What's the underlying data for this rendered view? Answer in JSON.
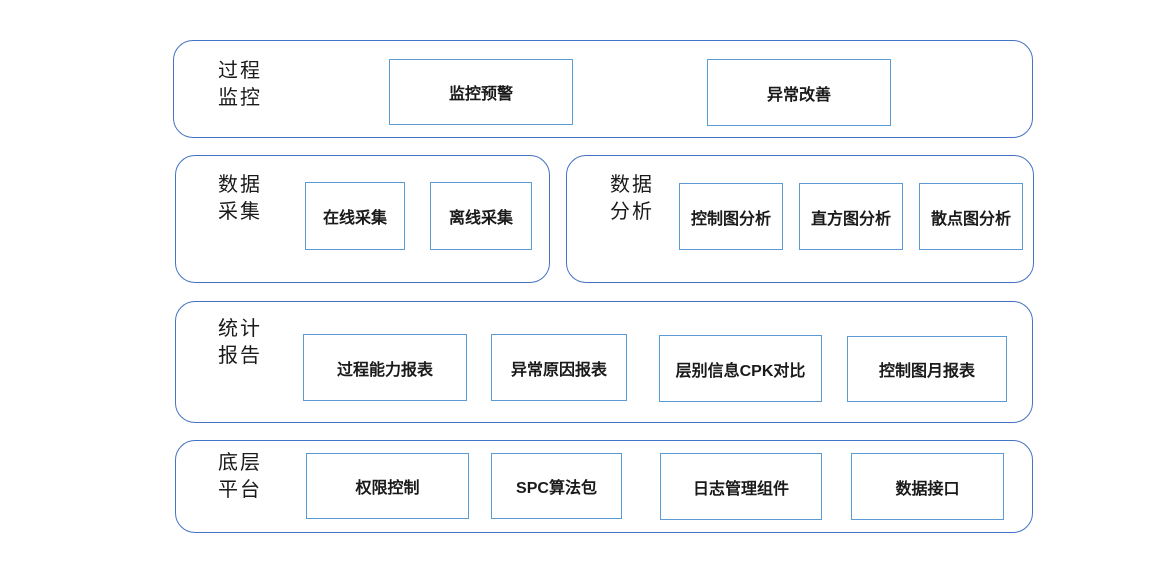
{
  "diagram": {
    "title": "SPC system layered architecture",
    "colors": {
      "container_border": "#4472C4",
      "box_border": "#5B9BD5",
      "text": "#1A1A1A",
      "background": "#FFFFFF"
    },
    "sections": [
      {
        "id": "process-monitoring",
        "label": "过程\n监控",
        "items": [
          "监控预警",
          "异常改善"
        ]
      },
      {
        "id": "data-collection",
        "label": "数据\n采集",
        "items": [
          "在线采集",
          "离线采集"
        ]
      },
      {
        "id": "data-analysis",
        "label": "数据\n分析",
        "items": [
          "控制图分析",
          "直方图分析",
          "散点图分析"
        ]
      },
      {
        "id": "statistical-reports",
        "label": "统计\n报告",
        "items": [
          "过程能力报表",
          "异常原因报表",
          "层别信息CPK对比",
          "控制图月报表"
        ]
      },
      {
        "id": "base-platform",
        "label": "底层\n平台",
        "items": [
          "权限控制",
          "SPC算法包",
          "日志管理组件",
          "数据接口"
        ]
      }
    ]
  }
}
